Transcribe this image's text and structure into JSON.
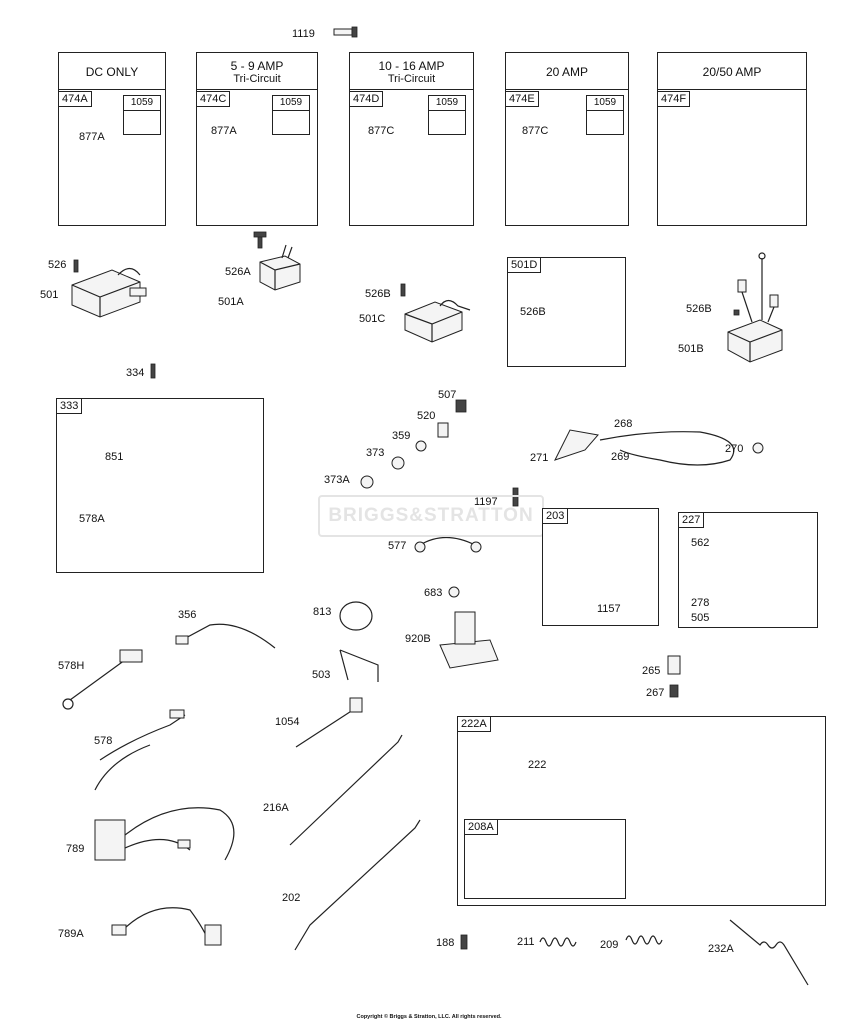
{
  "copyright": "Copyright © Briggs & Stratton, LLC. All rights reserved.",
  "watermark": "BRIGGS&STRATTON",
  "panels": {
    "p474A": {
      "title1": "DC ONLY",
      "title2": "",
      "tag": "474A",
      "fastener": "1059",
      "part": "877A"
    },
    "p474C": {
      "title1": "5  -  9  AMP",
      "title2": "Tri-Circuit",
      "tag": "474C",
      "fastener": "1059",
      "part": "877A"
    },
    "p474D": {
      "title1": "10 - 16 AMP",
      "title2": "Tri-Circuit",
      "tag": "474D",
      "fastener": "1059",
      "part": "877C"
    },
    "p474E": {
      "title1": "20 AMP",
      "title2": "",
      "tag": "474E",
      "fastener": "1059",
      "part": "877C"
    },
    "p474F": {
      "title1": "20/50 AMP",
      "title2": "",
      "tag": "474F"
    },
    "p501D": {
      "tag": "501D",
      "part": "526B"
    },
    "p333": {
      "tag": "333",
      "parts": [
        "851",
        "578A"
      ]
    },
    "p203": {
      "tag": "203",
      "part": "1157"
    },
    "p227": {
      "tag": "227",
      "parts": [
        "562",
        "278",
        "505"
      ]
    },
    "p222A": {
      "tag": "222A",
      "part": "222"
    },
    "p208A": {
      "tag": "208A"
    }
  },
  "labels": {
    "l1119": "1119",
    "l526": "526",
    "l501": "501",
    "l526A": "526A",
    "l501A": "501A",
    "l526B_1": "526B",
    "l501C": "501C",
    "l526B_2": "526B",
    "l501B": "501B",
    "l334": "334",
    "l507": "507",
    "l520": "520",
    "l359": "359",
    "l373": "373",
    "l373A": "373A",
    "l1197": "1197",
    "l577": "577",
    "l268": "268",
    "l271": "271",
    "l269": "269",
    "l270": "270",
    "l683": "683",
    "l813": "813",
    "l920B": "920B",
    "l356": "356",
    "l578H": "578H",
    "l578": "578",
    "l789": "789",
    "l789A": "789A",
    "l503": "503",
    "l1054": "1054",
    "l216A": "216A",
    "l202": "202",
    "l265": "265",
    "l267": "267",
    "l188": "188",
    "l211": "211",
    "l209": "209",
    "l232A": "232A"
  }
}
